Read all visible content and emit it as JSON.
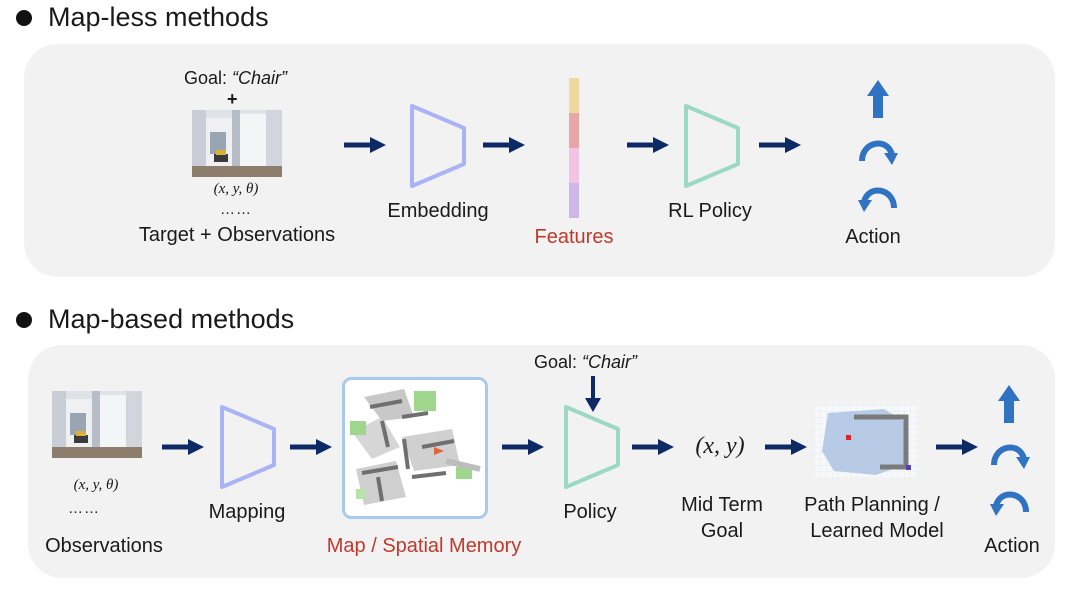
{
  "top": {
    "heading": "Map-less methods",
    "goal_prefix": "Goal: ",
    "goal_value": "“Chair”",
    "plus": "+",
    "pose": "(x, y, θ)",
    "ellipsis": "……",
    "target_label": "Target + Observations",
    "embedding_label": "Embedding",
    "features_label": "Features",
    "policy_label": "RL Policy",
    "action_label": "Action",
    "feature_colors": [
      "#f0d9a0",
      "#e8a7a7",
      "#f4c2e2",
      "#cdb6e8"
    ]
  },
  "bottom": {
    "heading": "Map-based methods",
    "pose": "(x, y, θ)",
    "ellipsis": "……",
    "observations_label": "Observations",
    "mapping_label": "Mapping",
    "map_label": "Map / Spatial Memory",
    "goal_prefix": "Goal: ",
    "goal_value": "“Chair”",
    "policy_label": "Policy",
    "xy": "(x, y)",
    "midterm_line1": "Mid Term",
    "midterm_line2": "Goal",
    "planning_line1": "Path Planning /",
    "planning_line2": "Learned Model",
    "action_label": "Action"
  },
  "colors": {
    "arrow": "#0d2a66",
    "embedding": "#aab4f5",
    "policy": "#9bd9c4",
    "action": "#2f73c2",
    "red_label": "#c0392b",
    "map_border": "#a9cbe9"
  }
}
